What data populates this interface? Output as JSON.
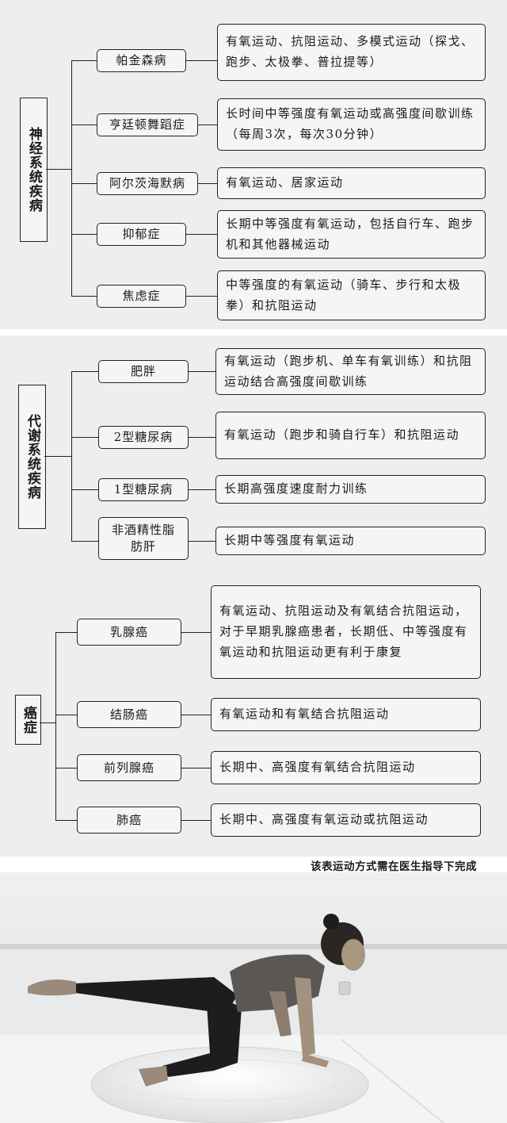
{
  "sections": [
    {
      "category": "神经系统疾病",
      "items": [
        {
          "disease": "帕金森病",
          "exercise": "有氧运动、抗阻运动、多模式运动（探戈、跑步、太极拳、普拉提等）"
        },
        {
          "disease": "亨廷顿舞蹈症",
          "exercise": "长时间中等强度有氧运动或高强度间歇训练（每周3次，每次30分钟）"
        },
        {
          "disease": "阿尔茨海默病",
          "exercise": "有氧运动、居家运动"
        },
        {
          "disease": "抑郁症",
          "exercise": "长期中等强度有氧运动，包括自行车、跑步机和其他器械运动"
        },
        {
          "disease": "焦虑症",
          "exercise": "中等强度的有氧运动（骑车、步行和太极拳）和抗阻运动"
        }
      ]
    },
    {
      "category": "代谢系统疾病",
      "items": [
        {
          "disease": "肥胖",
          "exercise": "有氧运动（跑步机、单车有氧训练）和抗阻运动结合高强度间歇训练"
        },
        {
          "disease": "2型糖尿病",
          "exercise": "有氧运动（跑步和骑自行车）和抗阻运动"
        },
        {
          "disease": "1型糖尿病",
          "exercise": "长期高强度速度耐力训练"
        },
        {
          "disease": "非酒精性脂肪肝",
          "exercise": "长期中等强度有氧运动"
        }
      ]
    },
    {
      "category": "癌症",
      "items": [
        {
          "disease": "乳腺癌",
          "exercise": "有氧运动、抗阻运动及有氧结合抗阻运动，对于早期乳腺癌患者，长期低、中等强度有氧运动和抗阻运动更有利于康复"
        },
        {
          "disease": "结肠癌",
          "exercise": "有氧运动和有氧结合抗阻运动"
        },
        {
          "disease": "前列腺癌",
          "exercise": "长期中、高强度有氧结合抗阻运动"
        },
        {
          "disease": "肺癌",
          "exercise": "长期中、高强度有氧运动或抗阻运动"
        }
      ]
    }
  ],
  "note": "该表运动方式需在医生指导下完成",
  "photo": {
    "icon": "woman-doing-bird-dog-exercise-on-ball-photo"
  },
  "colors": {
    "panel": "#eceef0",
    "box": "#f4f5f6",
    "stroke": "#222222"
  }
}
